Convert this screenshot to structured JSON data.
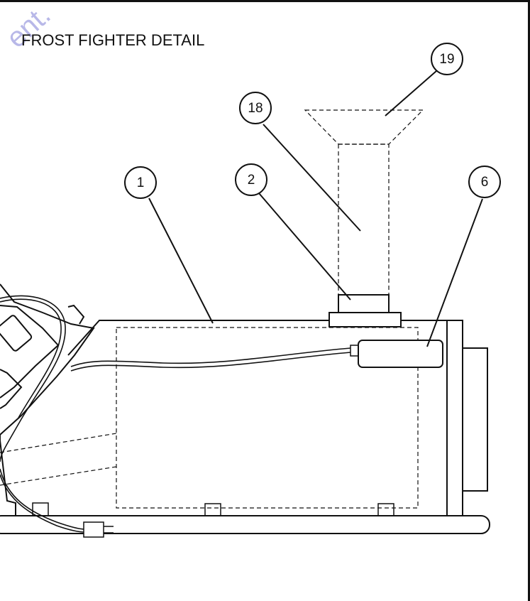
{
  "title": "FROST FIGHTER DETAIL",
  "watermark": "ent.",
  "callouts": [
    {
      "label": "1"
    },
    {
      "label": "2"
    },
    {
      "label": "6"
    },
    {
      "label": "18"
    },
    {
      "label": "19"
    }
  ],
  "colors": {
    "line": "#111111",
    "background": "#ffffff",
    "watermark": "#b8b8e8"
  }
}
